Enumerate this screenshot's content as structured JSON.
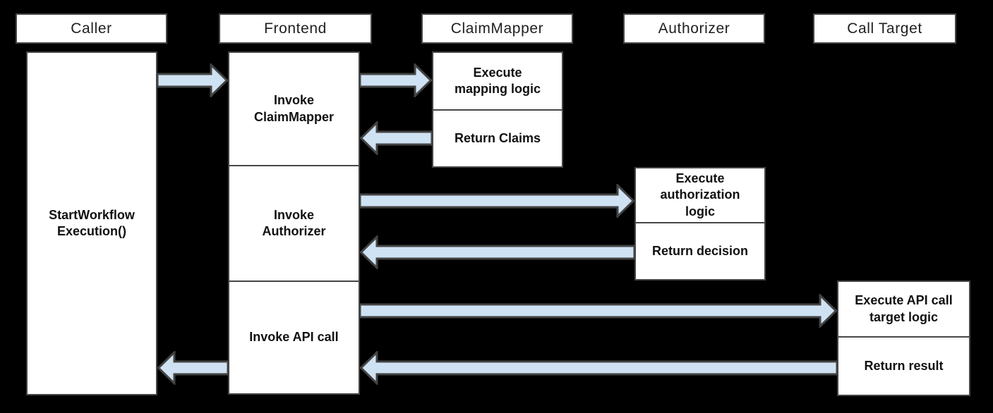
{
  "diagram": {
    "colors": {
      "background": "#000000",
      "box_fill": "#ffffff",
      "box_border": "#464646",
      "arrow_fill": "#cfe2f3",
      "arrow_stroke": "#434343"
    },
    "lifelines": [
      {
        "id": "caller",
        "header": "Caller"
      },
      {
        "id": "frontend",
        "header": "Frontend"
      },
      {
        "id": "claim_mapper",
        "header": "ClaimMapper"
      },
      {
        "id": "authorizer",
        "header": "Authorizer"
      },
      {
        "id": "call_target",
        "header": "Call Target"
      }
    ],
    "boxes": {
      "caller_activity": "StartWorkflow\nExecution()",
      "frontend_invoke_claim_mapper": "Invoke\nClaimMapper",
      "frontend_invoke_authorizer": "Invoke\nAuthorizer",
      "frontend_invoke_api_call": "Invoke API call",
      "claim_mapper_execute": "Execute\nmapping logic",
      "claim_mapper_return": "Return Claims",
      "authorizer_execute": "Execute\nauthorization\nlogic",
      "authorizer_return": "Return decision",
      "call_target_execute": "Execute API call\ntarget logic",
      "call_target_return": "Return result"
    },
    "edges": [
      {
        "from": "caller",
        "to": "frontend"
      },
      {
        "from": "frontend",
        "to": "claim_mapper"
      },
      {
        "from": "claim_mapper",
        "to": "frontend"
      },
      {
        "from": "frontend",
        "to": "authorizer"
      },
      {
        "from": "authorizer",
        "to": "frontend"
      },
      {
        "from": "frontend",
        "to": "call_target"
      },
      {
        "from": "call_target",
        "to": "frontend"
      },
      {
        "from": "frontend",
        "to": "caller"
      }
    ]
  }
}
